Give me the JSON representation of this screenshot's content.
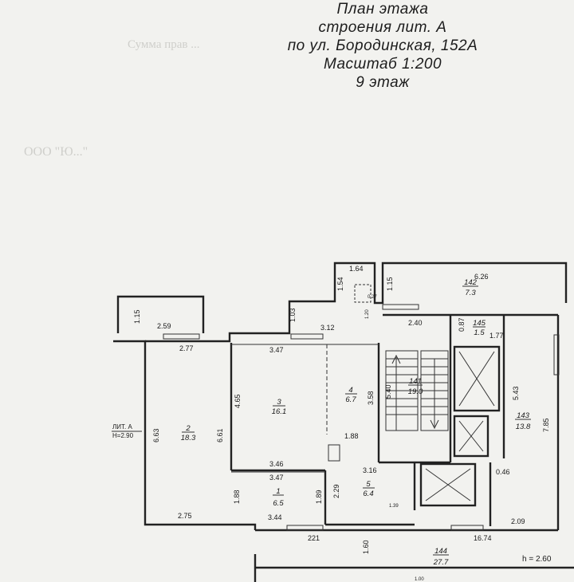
{
  "title": {
    "line1": "План этажа",
    "line2": "строения лит. А",
    "line3": "по ул. Бородинская, 152А",
    "line4": "Масштаб 1:200",
    "line5": "9 этаж"
  },
  "floor_label": {
    "lit": "ЛИТ. А",
    "height": "H=2.90"
  },
  "corridor_height": "h = 2.60",
  "rooms": [
    {
      "id": "1",
      "area": "6.5"
    },
    {
      "id": "2",
      "area": "18.3"
    },
    {
      "id": "3",
      "area": "16.1"
    },
    {
      "id": "4",
      "area": "6.7"
    },
    {
      "id": "5",
      "area": "6.4"
    },
    {
      "id": "141",
      "area": "19.0"
    },
    {
      "id": "142",
      "area": "7.3"
    },
    {
      "id": "143",
      "area": "13.8"
    },
    {
      "id": "144",
      "area": "27.7"
    },
    {
      "id": "145",
      "area": "1.5"
    }
  ],
  "dimensions": {
    "d164": "1.64",
    "d154": "1.54",
    "d115a": "1.15",
    "d626": "6.26",
    "d115b": "1.15",
    "d103": "1.03",
    "d312": "3.12",
    "d240": "2.40",
    "d087": "0.87",
    "d177": "1.77",
    "d259": "2.59",
    "d277": "2.77",
    "d347a": "3.47",
    "d663": "6.63",
    "d661": "6.61",
    "d465": "4.65",
    "d358": "3.58",
    "d540": "5.40",
    "d543": "5.43",
    "d785": "7.85",
    "d188a": "1.88",
    "d346": "3.46",
    "d316": "3.16",
    "d347b": "3.47",
    "d188b": "1.88",
    "d189": "1.89",
    "d229": "2.29",
    "d275": "2.75",
    "d344": "3.44",
    "d221": "221",
    "d046": "0.46",
    "d209": "2.09",
    "d1674": "16.74",
    "d160": "1.60",
    "d139": "1.39",
    "d120": "1.20",
    "d027": "0.27",
    "d100": "1.00"
  }
}
